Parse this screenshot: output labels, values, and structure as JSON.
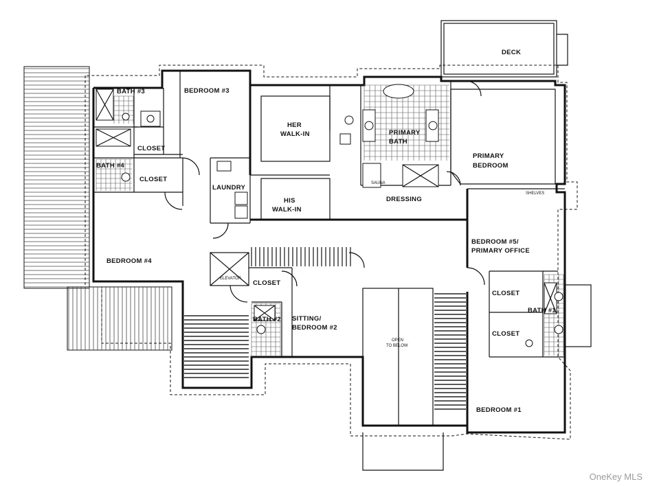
{
  "rooms": {
    "deck": "DECK",
    "bath3": "BATH #3",
    "bedroom3": "BEDROOM #3",
    "closet_b3": "CLOSET",
    "bath4": "BATH #4",
    "closet_b4": "CLOSET",
    "her_walkin_1": "HER",
    "her_walkin_2": "WALK-IN",
    "primary_bath_1": "PRIMARY",
    "primary_bath_2": "BATH",
    "primary_bedroom_1": "PRIMARY",
    "primary_bedroom_2": "BEDROOM",
    "laundry": "LAUNDRY",
    "sauna": "SAUNA",
    "his_walkin_1": "HIS",
    "his_walkin_2": "WALK-IN",
    "dressing": "DRESSING",
    "shelves": "SHELVES",
    "bedroom5_1": "BEDROOM #5/",
    "bedroom5_2": "PRIMARY OFFICE",
    "bedroom4": "BEDROOM #4",
    "elevator": "ELEVATOR",
    "closet_hall": "CLOSET",
    "bath2": "BATH #2",
    "sitting_1": "SITTING/",
    "sitting_2": "BEDROOM #2",
    "open_below_1": "OPEN",
    "open_below_2": "TO BELOW",
    "closet_b1_a": "CLOSET",
    "closet_b1_b": "CLOSET",
    "bath1": "BATH #1",
    "bedroom1": "BEDROOM #1"
  },
  "watermark": "OneKey MLS"
}
